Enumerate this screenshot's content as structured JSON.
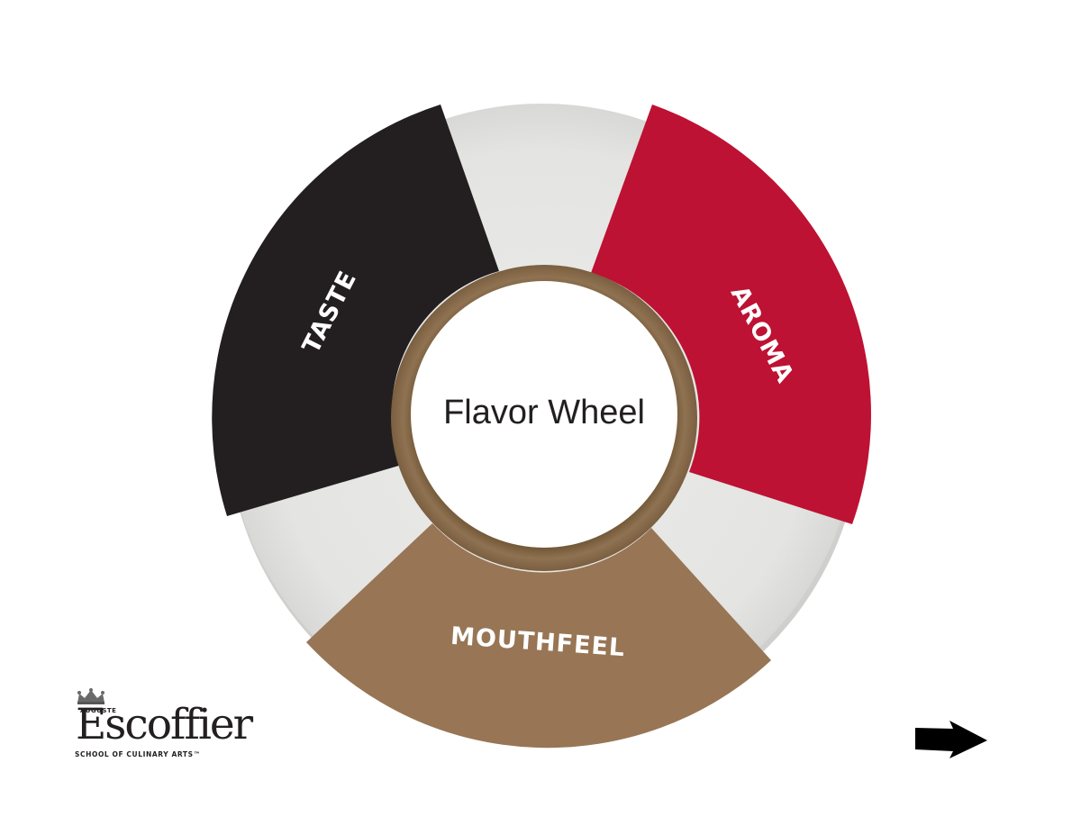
{
  "wheel": {
    "center_title": "Flavor Wheel",
    "segments": [
      {
        "label": "TASTE",
        "color": "#231f20"
      },
      {
        "label": "AROMA",
        "color": "#bd1233"
      },
      {
        "label": "MOUTHFEEL",
        "color": "#987554"
      }
    ],
    "ring_color": "#8b6c4c",
    "plate_color": "#e4e4e2"
  },
  "logo": {
    "top_text": "AUGUSTE",
    "name": "Escoffier",
    "bottom_text": "SCHOOL OF CULINARY ARTS™"
  },
  "navigation": {
    "next_icon": "right-arrow-icon"
  }
}
